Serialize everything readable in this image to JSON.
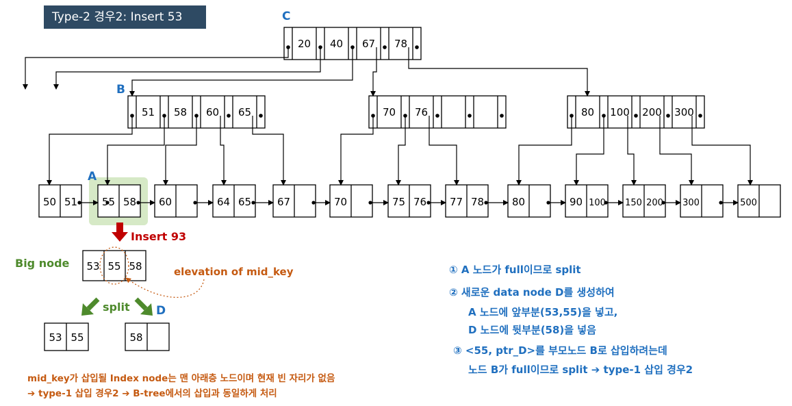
{
  "title": "Type-2 경우2: Insert 53",
  "labels": {
    "C": "C",
    "B": "B",
    "A": "A",
    "D": "D"
  },
  "index_nodes": {
    "C": {
      "keys": [
        "20",
        "40",
        "67",
        "78"
      ]
    },
    "B": {
      "keys": [
        "51",
        "58",
        "60",
        "65"
      ]
    },
    "node2": {
      "keys": [
        "70",
        "76",
        "",
        ""
      ]
    },
    "node3": {
      "keys": [
        "80",
        "100",
        "200",
        "300"
      ]
    }
  },
  "data_nodes": [
    {
      "keys": [
        "50",
        "51"
      ]
    },
    {
      "keys": [
        "55",
        "58"
      ]
    },
    {
      "keys": [
        "60",
        ""
      ]
    },
    {
      "keys": [
        "64",
        "65"
      ]
    },
    {
      "keys": [
        "67",
        ""
      ]
    },
    {
      "keys": [
        "70",
        ""
      ]
    },
    {
      "keys": [
        "75",
        "76"
      ]
    },
    {
      "keys": [
        "77",
        "78"
      ]
    },
    {
      "keys": [
        "80",
        ""
      ]
    },
    {
      "keys": [
        "90",
        "100"
      ]
    },
    {
      "keys": [
        "150",
        "200"
      ]
    },
    {
      "keys": [
        "300",
        ""
      ]
    },
    {
      "keys": [
        "500",
        ""
      ]
    }
  ],
  "insert_label": "Insert 93",
  "big_node": {
    "label": "Big node",
    "keys": [
      "53",
      "55",
      "58"
    ]
  },
  "elevation_label": "elevation of mid_key",
  "split_label": "split",
  "split_nodes": {
    "left": [
      "53",
      "55"
    ],
    "right": [
      "58",
      ""
    ]
  },
  "bottom_notes": [
    "mid_key가 삽입될 Index node는 맨 아래층 노드이며 현재 빈 자리가 없음",
    "➔ type-1 삽입 경우2 ➔ B-tree에서의 삽입과 동일하게 처리"
  ],
  "steps": [
    "① A 노드가 full이므로 split",
    "② 새로운 data node D를 생성하여",
    "A 노드에 앞부분(53,55)을 넣고,",
    "D 노드에 뒷부분(58)을 넣음",
    "③ <55, ptr_D>를 부모노드 B로 삽입하려는데",
    "노드 B가 full이므로 split ➔ type-1 삽입 경우2"
  ],
  "colors": {
    "title_bg": "#2e4a63",
    "blue": "#1f6fbf",
    "orange": "#c55a11",
    "green": "#4e8a2c",
    "red": "#c00000",
    "highlight": "#d6e9c6"
  }
}
